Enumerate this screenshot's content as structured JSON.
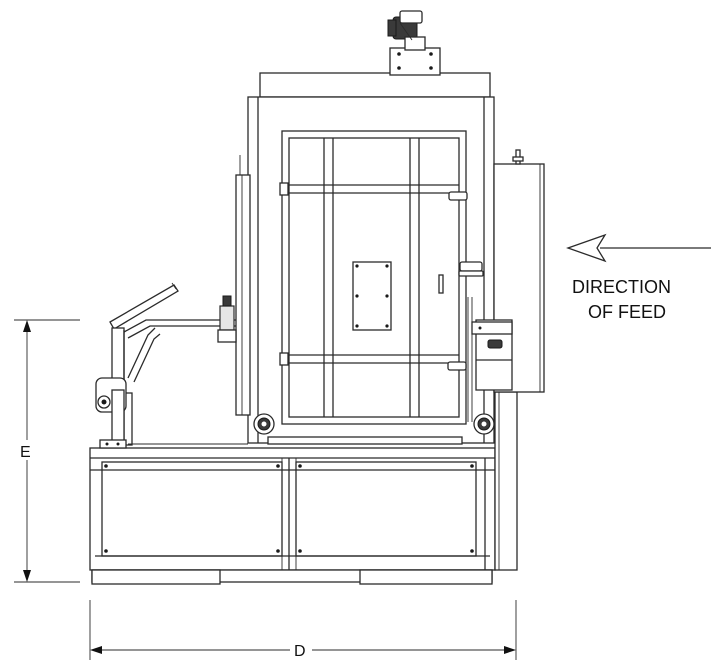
{
  "labels": {
    "direction_line1": "DIRECTION",
    "direction_line2": "OF FEED",
    "dimension_e": "E",
    "dimension_d": "D"
  },
  "icons": {
    "feed_arrow": "arrow-left-icon"
  },
  "colors": {
    "line": "#2b2b2b",
    "background": "#ffffff"
  }
}
